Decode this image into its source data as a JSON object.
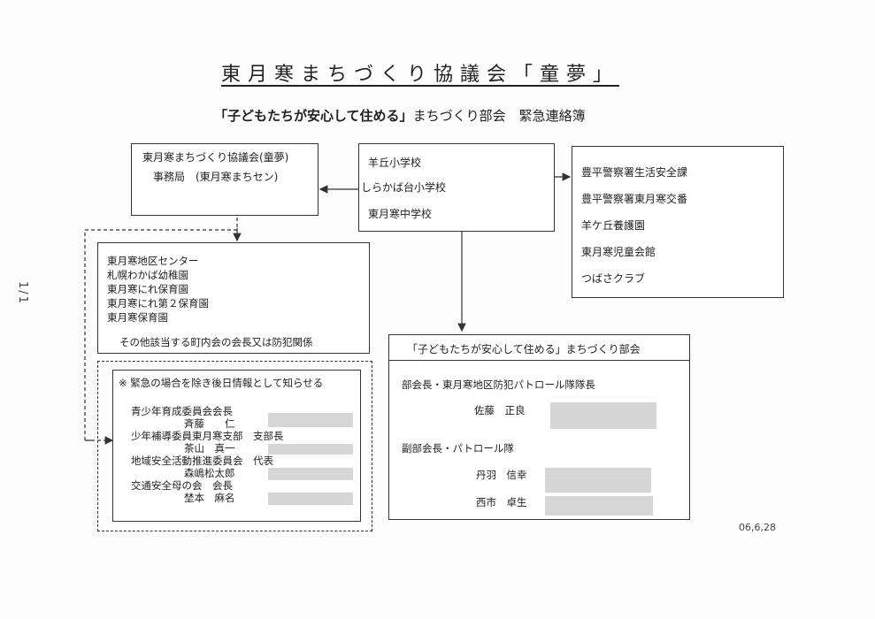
{
  "header": {
    "title": "東月寒まちづくり協議会「童夢」",
    "subtitle_bold": "「子どもたちが安心して住める」",
    "subtitle_rest": "まちづくり部会　緊急連絡簿"
  },
  "side_mark": "1/1",
  "secretariat_box": {
    "line1": "東月寒まちづくり協議会(童夢)",
    "line2": "事務局　(東月寒まちセン)"
  },
  "schools_box": {
    "items": [
      "羊丘小学校",
      "しらかば台小学校",
      "東月寒中学校"
    ]
  },
  "police_box": {
    "items": [
      "豊平警察署生活安全課",
      "豊平警察署東月寒交番",
      "羊ケ丘養護園",
      "東月寒児童会館",
      "つばさクラブ"
    ]
  },
  "center_box": {
    "items": [
      "東月寒地区センター",
      "札幌わかば幼稚園",
      "東月寒にれ保育園",
      "東月寒にれ第２保育園",
      "東月寒保育園"
    ],
    "note": "その他該当する町内会の会長又は防犯関係"
  },
  "notify_box": {
    "heading": "※ 緊急の場合を除き後日情報として知らせる",
    "entries": [
      {
        "role": "青少年育成委員会会長",
        "name": "斉藤　　仁"
      },
      {
        "role": "少年補導委員東月寒支部　支部長",
        "name": "茶山　真一"
      },
      {
        "role": "地域安全活動推進委員会　代表",
        "name": "森嶋松太郎"
      },
      {
        "role": "交通安全母の会　会長",
        "name": "埜本　麻名"
      }
    ]
  },
  "committee_box": {
    "title": "「子どもたちが安心して住める」まちづくり部会",
    "chief_role": "部会長・東月寒地区防犯パトロール隊隊長",
    "chief_name": "佐藤　正良",
    "vice_role": "副部会長・パトロール隊",
    "vice_names": [
      "丹羽　信幸",
      "西市　卓生"
    ]
  },
  "date": "06,6,28"
}
